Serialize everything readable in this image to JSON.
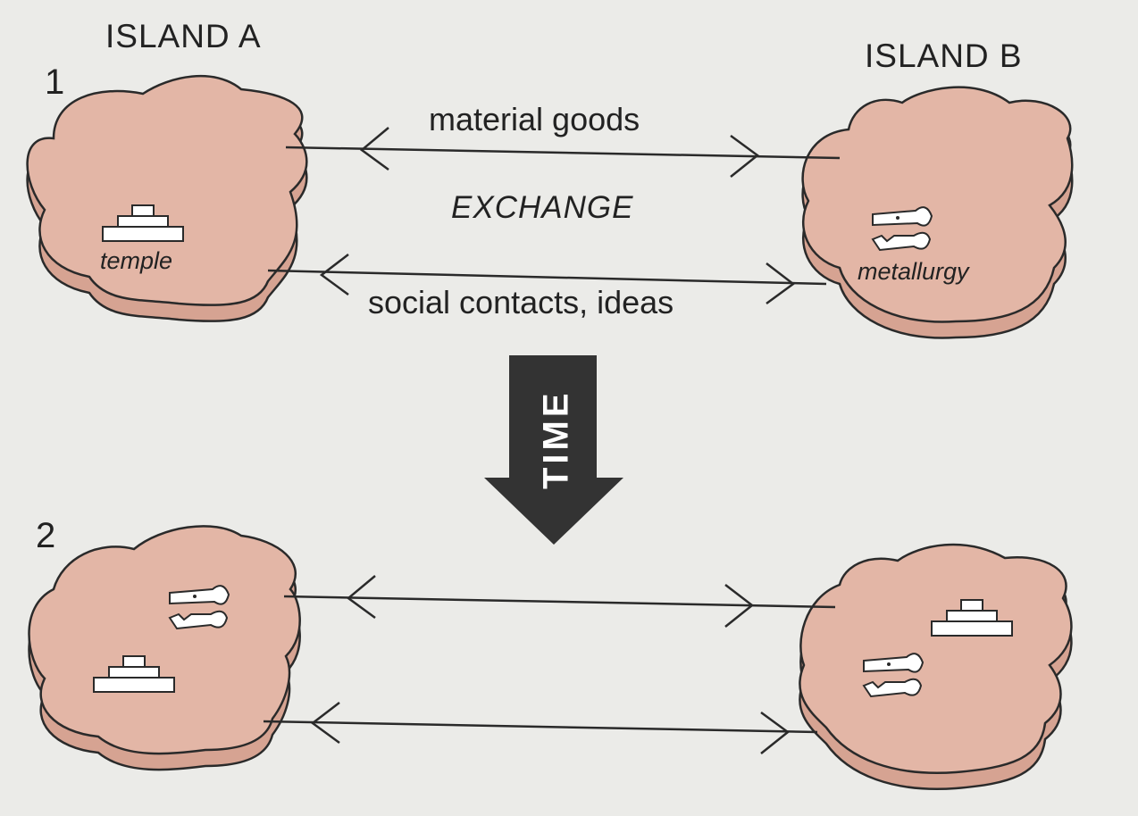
{
  "diagram": {
    "island_a_title": "ISLAND A",
    "island_b_title": "ISLAND B",
    "stage1_number": "1",
    "stage2_number": "2",
    "arrow_top_label": "material goods",
    "center_label": "EXCHANGE",
    "arrow_bottom_label": "social contacts, ideas",
    "temple_label": "temple",
    "metallurgy_label": "metallurgy",
    "time_label": "TIME"
  },
  "colors": {
    "island_fill": "#e3b6a6",
    "island_side": "#d6a392",
    "outline": "#2a2a2a",
    "time_arrow": "#333333",
    "background": "#ebebe8"
  }
}
